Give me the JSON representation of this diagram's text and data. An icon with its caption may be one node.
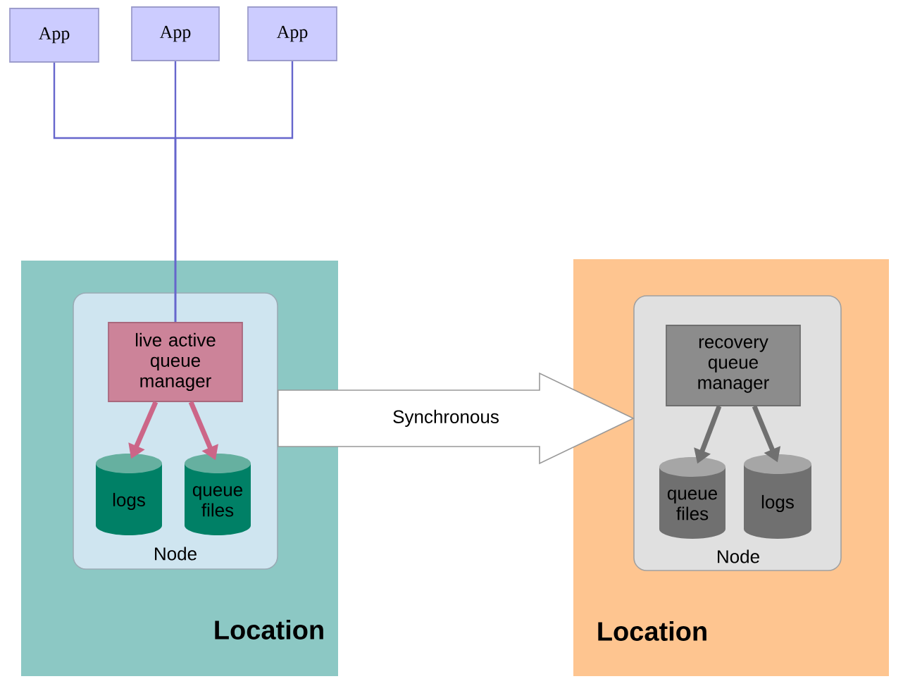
{
  "diagram": {
    "nodes": [
      {
        "text": [
          "App"
        ]
      },
      {
        "text": [
          "App"
        ]
      },
      {
        "text": [
          "App"
        ]
      },
      {
        "text": [
          "Location"
        ]
      },
      {
        "text": [
          "Node"
        ],
        "in": 3
      },
      {
        "text": [
          "live active queue manager"
        ],
        "in": 4
      },
      {
        "text": [
          "logs"
        ],
        "in": 4
      },
      {
        "text": [
          "queue files"
        ],
        "in": 4
      },
      {
        "text": [
          "Location"
        ]
      },
      {
        "text": [
          "Node"
        ],
        "in": 8
      },
      {
        "text": [
          "recovery queue manager"
        ],
        "in": 9
      },
      {
        "text": [
          "queue files"
        ],
        "in": 9
      },
      {
        "text": [
          "logs"
        ],
        "in": 9
      }
    ],
    "edges": [
      {
        "from": 0,
        "to": 5,
        "arrow": "none"
      },
      {
        "from": 1,
        "to": 5,
        "arrow": "none"
      },
      {
        "from": 2,
        "to": 5,
        "arrow": "none"
      },
      {
        "from": 5,
        "to": 6,
        "arrow": "to",
        "color": "#cc6688"
      },
      {
        "from": 5,
        "to": 7,
        "arrow": "to",
        "color": "#cc6688"
      },
      {
        "from": 4,
        "to": 9,
        "arrow": "to",
        "label": "Synchronous",
        "style": "thick",
        "color": "#ffffff"
      },
      {
        "from": 10,
        "to": 11,
        "arrow": "to",
        "color": "#707070"
      },
      {
        "from": 10,
        "to": 12,
        "arrow": "to",
        "color": "#707070"
      }
    ]
  }
}
